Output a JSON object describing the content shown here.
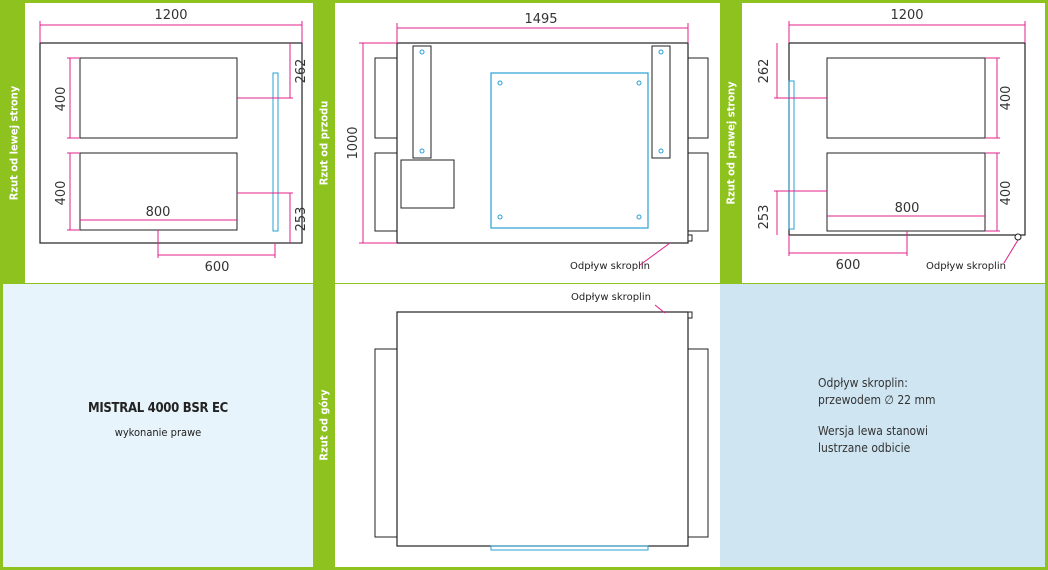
{
  "views": {
    "left": {
      "label": "Rzut od lewej strony",
      "dims": {
        "width": "1200",
        "h1": "400",
        "h2": "400",
        "d1": "262",
        "d2": "253",
        "w2": "800",
        "w3": "600"
      }
    },
    "front": {
      "label": "Rzut od przodu",
      "dims": {
        "width": "1495",
        "height": "1000"
      },
      "drain": "Odpływ skroplin"
    },
    "right": {
      "label": "Rzut od prawej strony",
      "dims": {
        "width": "1200",
        "h1": "400",
        "h2": "400",
        "d1": "262",
        "d2": "253",
        "w2": "800",
        "w3": "600"
      },
      "drain": "Odpływ skroplin"
    },
    "top": {
      "label": "Rzut od góry",
      "drain": "Odpływ skroplin"
    }
  },
  "product": {
    "name": "MISTRAL 4000 BSR EC",
    "variant": "wykonanie prawe"
  },
  "info": {
    "line1": "Odpływ skroplin:",
    "line2": "przewodem ∅ 22 mm",
    "line3": "Wersja lewa stanowi",
    "line4": "lustrzane odbicie"
  },
  "colors": {
    "green": "#8dc21f",
    "dim_line": "#e0218a",
    "blue_line": "#2aa0d6",
    "light_blue": "#e8f4fb",
    "mid_blue": "#cfe5f2"
  }
}
